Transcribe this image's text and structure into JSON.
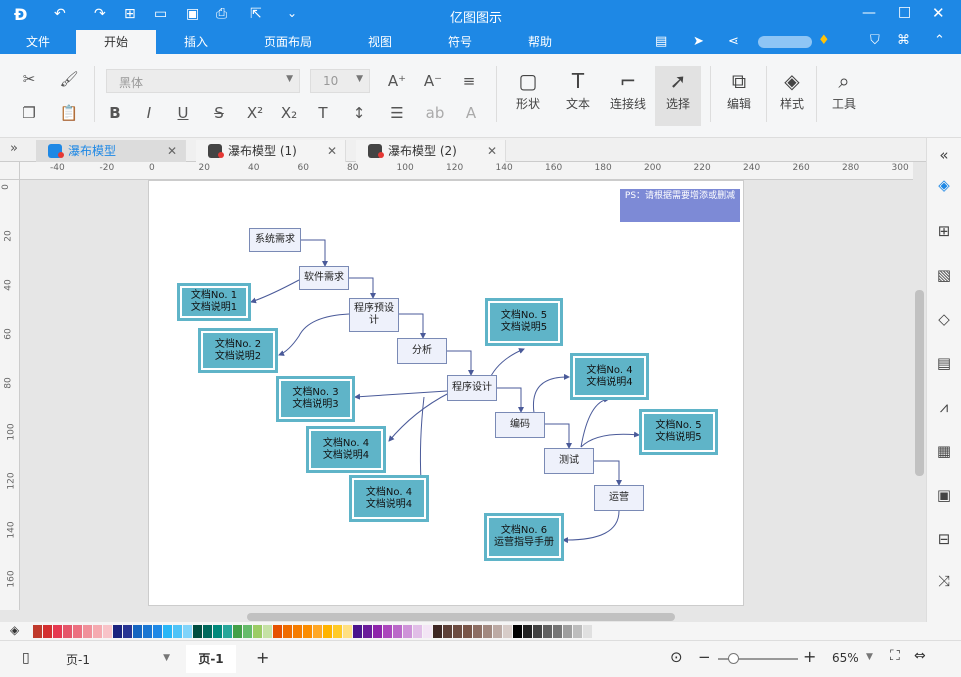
{
  "app": {
    "title": "亿图图示"
  },
  "menu": {
    "tabs": [
      "文件",
      "开始",
      "插入",
      "页面布局",
      "视图",
      "符号",
      "帮助"
    ],
    "active": "开始"
  },
  "ribbon": {
    "font_name": "黑体",
    "font_size": "10",
    "shape_label": "形状",
    "text_label": "文本",
    "connector_label": "连接线",
    "select_label": "选择",
    "edit_label": "编辑",
    "style_label": "样式",
    "tools_label": "工具"
  },
  "doc_tabs": [
    {
      "label": "瀑布模型"
    },
    {
      "label": "瀑布模型 (1)"
    },
    {
      "label": "瀑布模型 (2)"
    }
  ],
  "ruler": {
    "h_ticks": [
      "-40",
      "-20",
      "0",
      "20",
      "40",
      "60",
      "80",
      "100",
      "120",
      "140",
      "160",
      "180",
      "200",
      "220",
      "240",
      "260",
      "280",
      "300"
    ],
    "v_ticks": [
      "0",
      "20",
      "40",
      "60",
      "80",
      "100",
      "120",
      "140",
      "160"
    ]
  },
  "diagram": {
    "note": "PS：请根据需要增添或删减",
    "nodes": {
      "req": "系统需求",
      "soft": "软件需求",
      "pre": "程序预设计",
      "ana": "分析",
      "des": "程序设计",
      "code": "编码",
      "test": "测试",
      "ops": "运营"
    },
    "docs": {
      "d1a": "文档No. 1",
      "d1b": "文档说明1",
      "d2a": "文档No. 2",
      "d2b": "文档说明2",
      "d3a": "文档No. 3",
      "d3b": "文档说明3",
      "d4a": "文档No. 4",
      "d4b": "文档说明4",
      "d5a": "文档No. 4",
      "d5b": "文档说明4",
      "d6a": "文档No. 5",
      "d6b": "文档说明5",
      "d7a": "文档No. 4",
      "d7b": "文档说明4",
      "d8a": "文档No. 5",
      "d8b": "文档说明5",
      "d9a": "文档No. 6",
      "d9b": "运营指导手册"
    }
  },
  "status": {
    "page_selector": "页-1",
    "page_tab": "页-1",
    "zoom": "65%"
  },
  "colors": {
    "accent": "#1e88e5",
    "doc_fill": "#5fb4c8",
    "node_fill": "#eef1fb",
    "note_fill": "#7d8ad6"
  },
  "palette": [
    "#c0392b",
    "#d32f2f",
    "#e53950",
    "#e5566a",
    "#ec7080",
    "#f0909a",
    "#f5aab0",
    "#f8c3c8",
    "#1a237e",
    "#283593",
    "#1565c0",
    "#1976d2",
    "#1e88e5",
    "#29b6f6",
    "#4fc3f7",
    "#81d4fa",
    "#004d40",
    "#00695c",
    "#00897b",
    "#26a69a",
    "#43a047",
    "#66bb6a",
    "#9ccc65",
    "#c5e1a5",
    "#e65100",
    "#ef6c00",
    "#f57c00",
    "#fb8c00",
    "#ffa726",
    "#ffb300",
    "#ffca28",
    "#ffe082",
    "#4a148c",
    "#6a1b9a",
    "#8e24aa",
    "#ab47bc",
    "#ba68c8",
    "#ce93d8",
    "#e1bee7",
    "#f3e5f5",
    "#3e2723",
    "#5d4037",
    "#6d4c41",
    "#795548",
    "#8d6e63",
    "#a1887f",
    "#bcaaa4",
    "#d7ccc8",
    "#000000",
    "#212121",
    "#424242",
    "#616161",
    "#757575",
    "#9e9e9e",
    "#bdbdbd",
    "#e0e0e0"
  ]
}
